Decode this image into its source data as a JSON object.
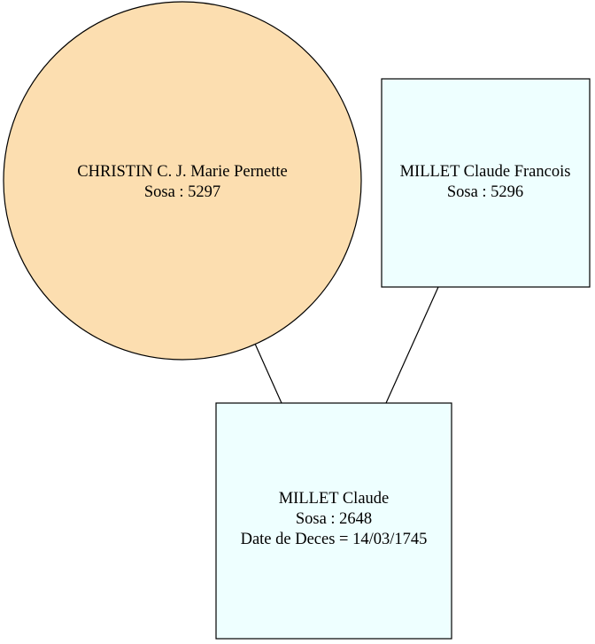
{
  "nodes": {
    "mother": {
      "name": "CHRISTIN C. J. Marie Pernette",
      "sosa": "Sosa : 5297",
      "fill": "#fcdeb0"
    },
    "father": {
      "name": "MILLET Claude Francois",
      "sosa": "Sosa : 5296",
      "fill": "#eeffff"
    },
    "child": {
      "name": "MILLET Claude",
      "sosa": "Sosa : 2648",
      "death": "Date de Deces = 14/03/1745",
      "fill": "#eeffff"
    }
  },
  "edges": [
    {
      "from": "mother",
      "to": "child"
    },
    {
      "from": "father",
      "to": "child"
    }
  ]
}
